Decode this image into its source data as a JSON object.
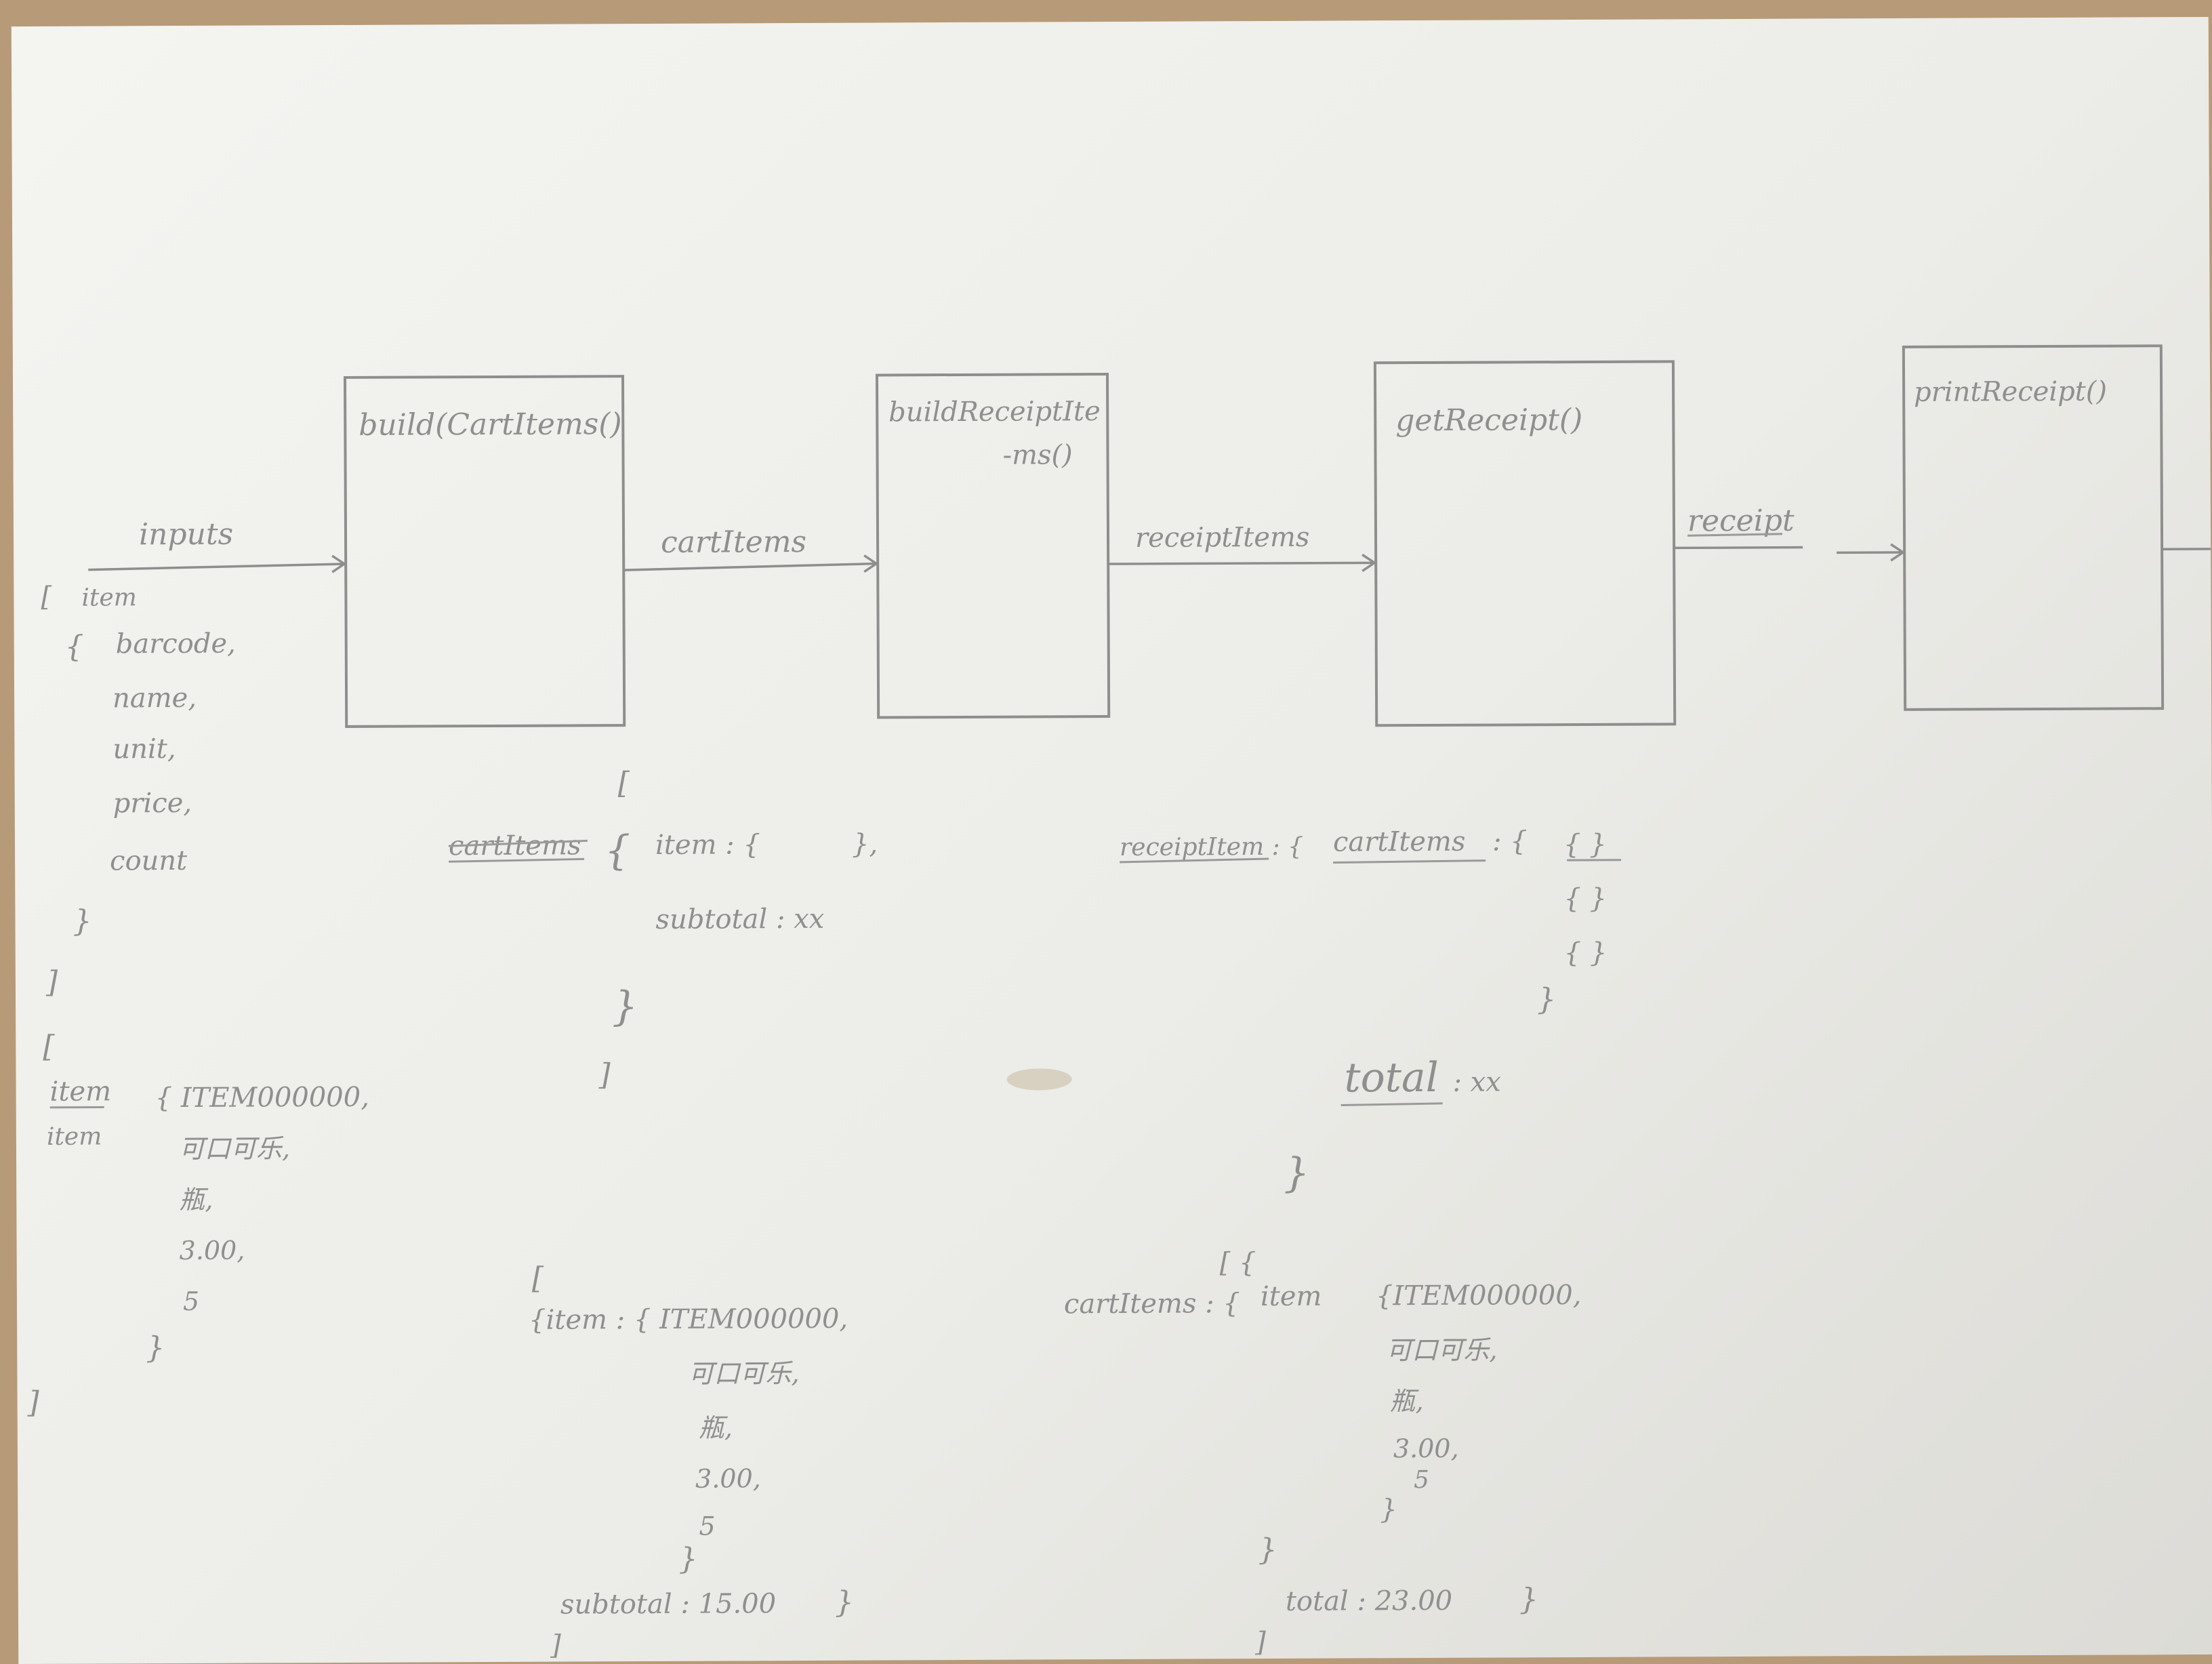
{
  "functions": [
    "build(CartItems()",
    "buildReceiptIte",
    "-ms()",
    "getReceipt()",
    "printReceipt()"
  ],
  "flows": {
    "inputs": "inputs",
    "cart_items": "cartItems",
    "receipt_items": "receiptItems",
    "receipt": "receipt"
  },
  "inputs_schema": {
    "open": "[",
    "item": "item",
    "brace_open": "{",
    "fields": [
      "barcode,",
      "name,",
      "unit,",
      "price,",
      "count"
    ],
    "brace_close": "}",
    "close": "]"
  },
  "inputs_example": {
    "open": "[",
    "item": "item",
    "item2": "item",
    "values": [
      "{ ITEM000000,",
      "可口可乐,",
      "瓶,",
      "3.00,",
      "5"
    ],
    "brace_close": "}",
    "close": "]"
  },
  "cart_schema": {
    "open": "[",
    "label": "cartItems",
    "brace_open": "{",
    "item_line": "item : {",
    "item_close": "},",
    "subtotal_line": "subtotal : xx",
    "brace_close": "}",
    "close": "]"
  },
  "cart_example": {
    "open": "[",
    "item_line": "{item : { ITEM000000,",
    "values": [
      "可口可乐,",
      "瓶,",
      "3.00,",
      "5"
    ],
    "brace_close": "}",
    "subtotal_line": "subtotal : 15.00",
    "tail_brace": "}",
    "close": "]"
  },
  "receipt_schema": {
    "label": "receiptItem : {",
    "cart_label": "cartItems",
    "colon": ": {",
    "rows": [
      "{ }",
      "{ }",
      "{ }"
    ],
    "close_inner": "}",
    "total_label": "total",
    "total_value": ": xx",
    "close": "}"
  },
  "receipt_example": {
    "open": "[ {",
    "cart_line": "cartItems : {",
    "item_label": "item",
    "values": [
      "{ITEM000000,",
      "可口可乐,",
      "瓶,",
      "3.00,",
      "5"
    ],
    "brace_close": "}",
    "close_inner": "}",
    "total_line": "total : 23.00",
    "tail_brace": "}",
    "close": "]"
  }
}
